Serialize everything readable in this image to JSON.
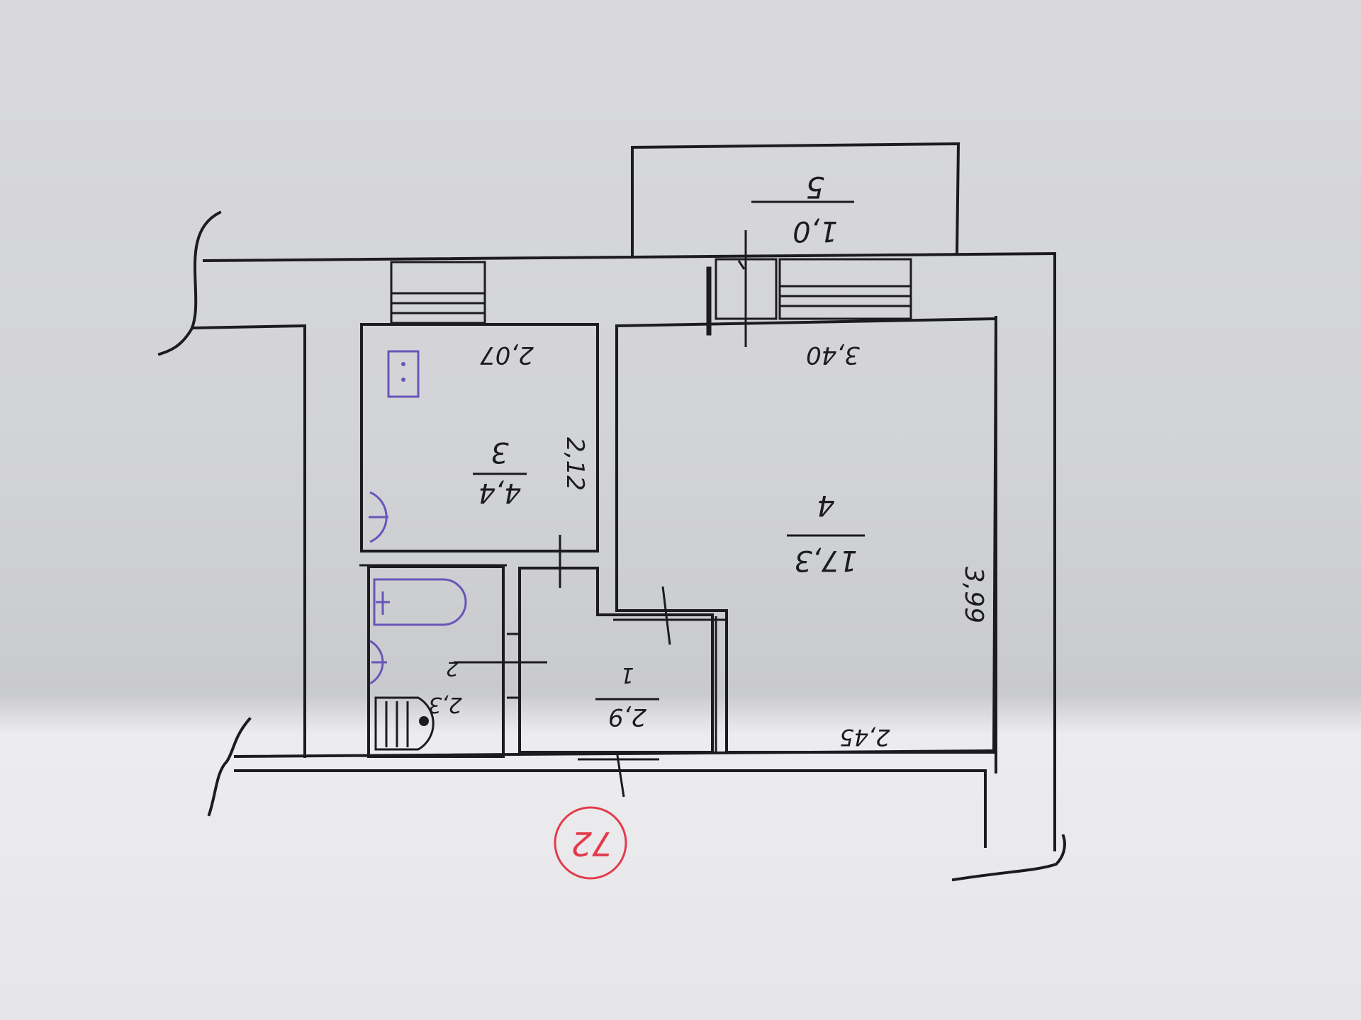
{
  "plan": {
    "rooms": [
      {
        "number": "1",
        "area": "2,9"
      },
      {
        "number": "2",
        "area": "2,3"
      },
      {
        "number": "3",
        "area": "4,4"
      },
      {
        "number": "4",
        "area": "17,3"
      },
      {
        "number": "5",
        "area": "1,0"
      }
    ],
    "dimensions": {
      "kitchen_width": "2,07",
      "kitchen_depth": "2,12",
      "living_width": "3,40",
      "living_depth": "3,99",
      "living_bottom": "2,45"
    },
    "stamp": "72"
  },
  "colors": {
    "ink": "#1c1c1e",
    "fixture_ink": "#6a55b8",
    "stamp_ink": "#e33b4a"
  }
}
